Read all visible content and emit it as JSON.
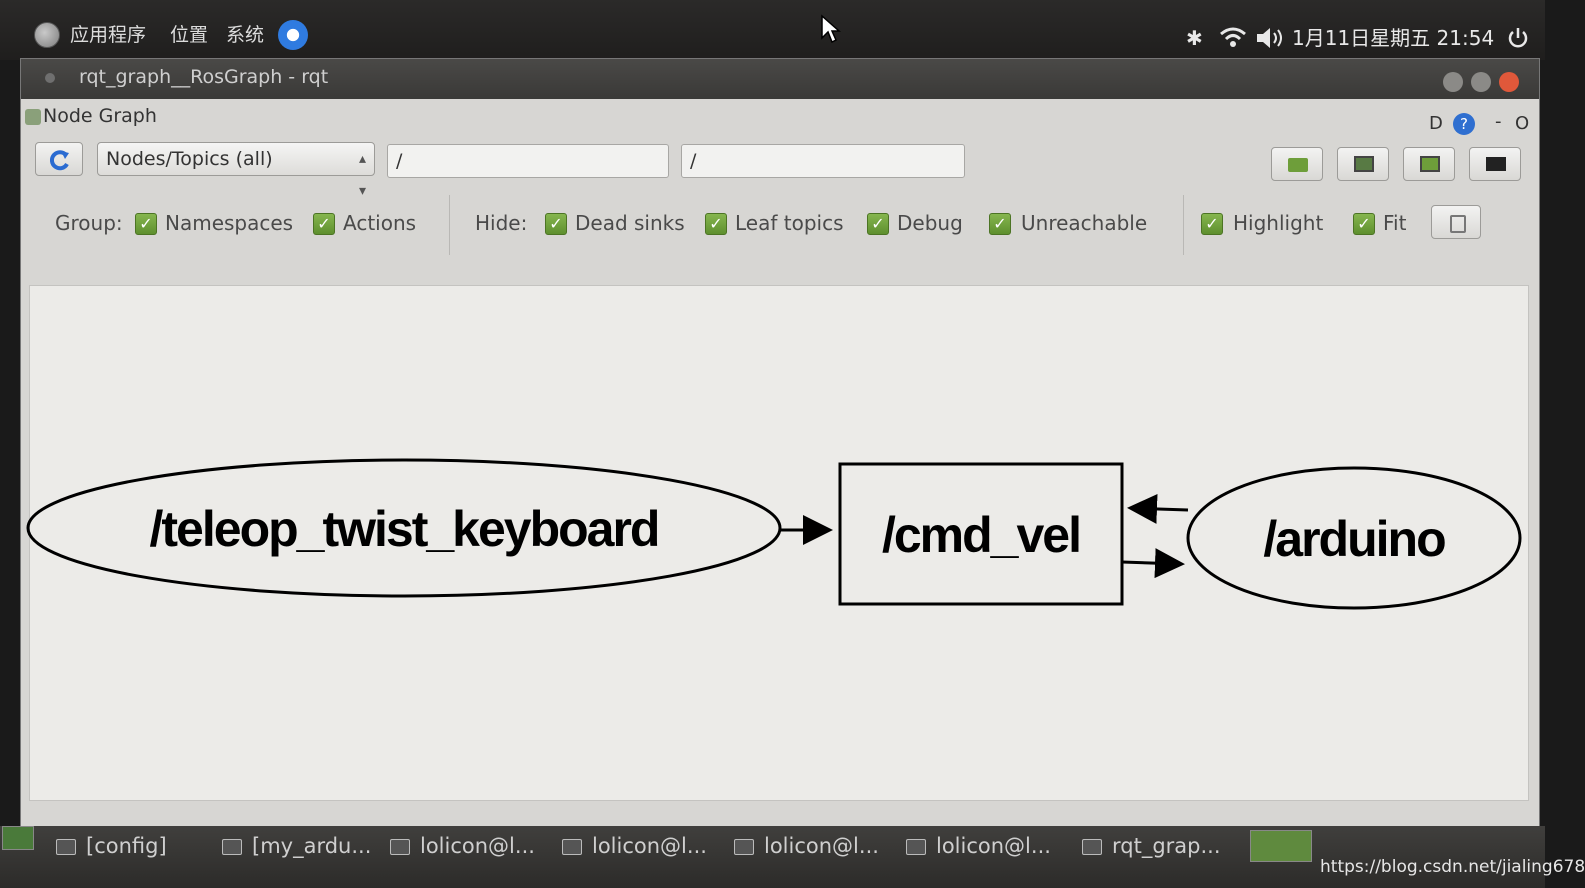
{
  "top_panel": {
    "menus": [
      "应用程序",
      "位置",
      "系统"
    ],
    "clock": "1月11日星期五 21:54"
  },
  "window": {
    "title": "rqt_graph__RosGraph - rqt",
    "plugin_title": "Node Graph",
    "plugin_controls": {
      "d": "D",
      "help": "?",
      "minimize": "-",
      "close": "O"
    }
  },
  "toolbar": {
    "graph_type": "Nodes/Topics (all)",
    "node_filter": "/",
    "topic_filter": "/"
  },
  "options": {
    "group_label": "Group:",
    "group": [
      {
        "label": "Namespaces",
        "checked": true
      },
      {
        "label": "Actions",
        "checked": true
      }
    ],
    "hide_label": "Hide:",
    "hide": [
      {
        "label": "Dead sinks",
        "checked": true
      },
      {
        "label": "Leaf topics",
        "checked": true
      },
      {
        "label": "Debug",
        "checked": true
      },
      {
        "label": "Unreachable",
        "checked": true
      }
    ],
    "view": [
      {
        "label": "Highlight",
        "checked": true
      },
      {
        "label": "Fit",
        "checked": true
      }
    ]
  },
  "graph": {
    "nodes": [
      {
        "name": "/teleop_twist_keyboard",
        "shape": "ellipse"
      },
      {
        "name": "/cmd_vel",
        "shape": "box"
      },
      {
        "name": "/arduino",
        "shape": "ellipse"
      }
    ],
    "edges": [
      {
        "from": "/teleop_twist_keyboard",
        "to": "/cmd_vel"
      },
      {
        "from": "/arduino",
        "to": "/cmd_vel"
      },
      {
        "from": "/cmd_vel",
        "to": "/arduino"
      }
    ]
  },
  "taskbar": {
    "tasks": [
      "[config]",
      "[my_ardu...",
      "lolicon@l...",
      "lolicon@l...",
      "lolicon@l...",
      "lolicon@l...",
      "rqt_grap..."
    ]
  },
  "watermark": "https://blog.csdn.net/jialing678",
  "colors": {
    "checkbox": "#6e9e3a",
    "accent_blue": "#2f7be0",
    "close_button": "#e0583a"
  }
}
